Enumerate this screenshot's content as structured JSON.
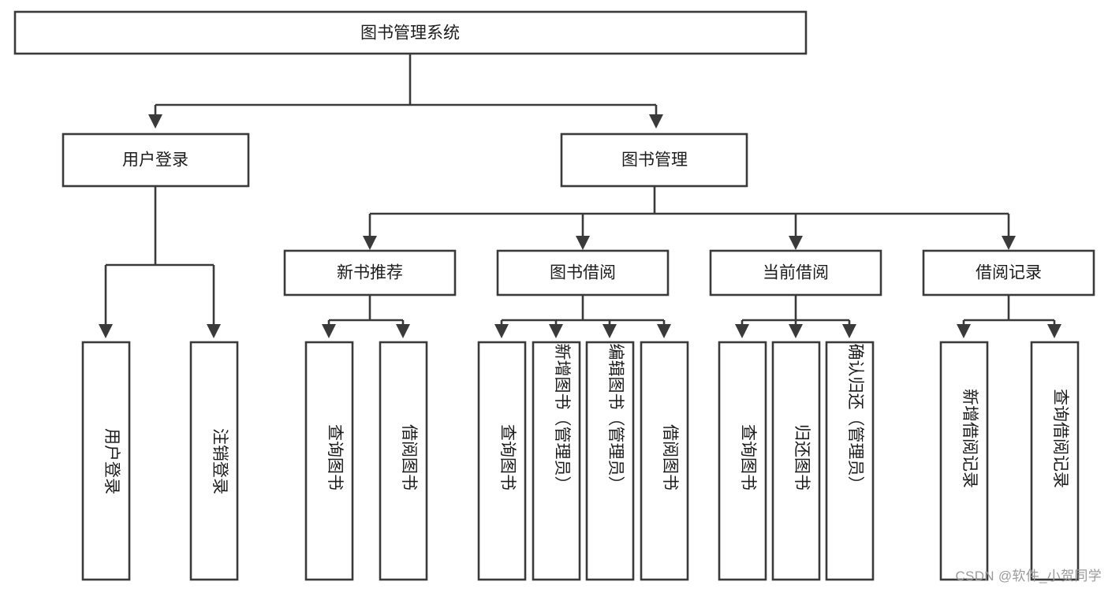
{
  "diagram": {
    "title": "图书管理系统",
    "watermark": "CSDN @软件_小贺同学",
    "levels": {
      "root": {
        "label": "图书管理系统"
      },
      "level1": [
        {
          "label": "用户登录"
        },
        {
          "label": "图书管理"
        }
      ],
      "level2": [
        {
          "label": "新书推荐"
        },
        {
          "label": "图书借阅"
        },
        {
          "label": "当前借阅"
        },
        {
          "label": "借阅记录"
        }
      ],
      "leaves": {
        "user_login": [
          {
            "label": "用户登录"
          },
          {
            "label": "注销登录"
          }
        ],
        "new_book_recommend": [
          {
            "label": "查询图书"
          },
          {
            "label": "借阅图书"
          }
        ],
        "book_borrow": [
          {
            "label": "查询图书"
          },
          {
            "label": "新增图书（管理员）"
          },
          {
            "label": "编辑图书（管理员）"
          },
          {
            "label": "借阅图书"
          }
        ],
        "current_borrow": [
          {
            "label": "查询图书"
          },
          {
            "label": "归还图书"
          },
          {
            "label": "确认归还（管理员）"
          }
        ],
        "borrow_record": [
          {
            "label": "新增借阅记录"
          },
          {
            "label": "查询借阅记录"
          }
        ]
      }
    },
    "colors": {
      "stroke": "#3a3a3a",
      "fill": "#ffffff",
      "text": "#1c1c1c",
      "watermark": "#9a9a9a"
    }
  }
}
